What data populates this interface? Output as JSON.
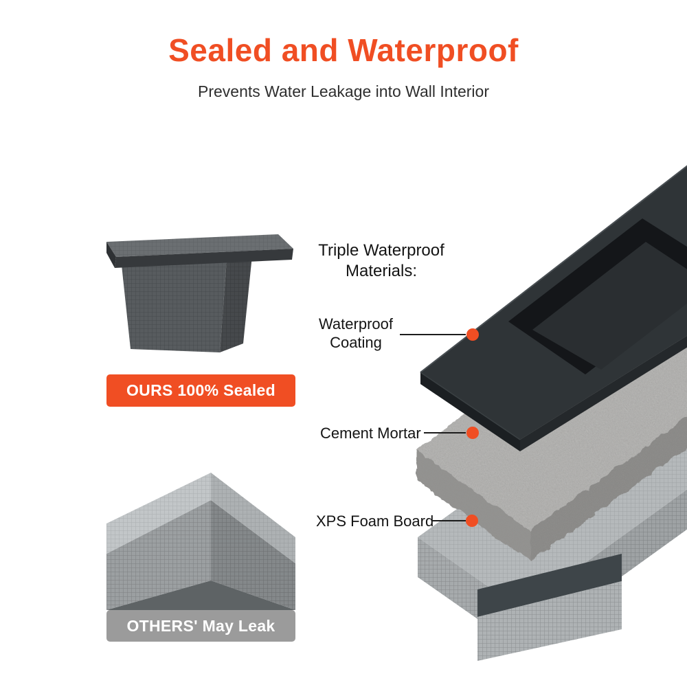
{
  "header": {
    "title": "Sealed and Waterproof",
    "subtitle": "Prevents Water Leakage into Wall Interior"
  },
  "comparison": {
    "ours_label": "OURS 100% Sealed",
    "others_label": "OTHERS' May Leak"
  },
  "materials": {
    "heading_line1": "Triple Waterproof",
    "heading_line2": "Materials:",
    "items": [
      {
        "label": "Waterproof Coating"
      },
      {
        "label": "Cement Mortar"
      },
      {
        "label": "XPS Foam Board"
      }
    ]
  },
  "colors": {
    "accent_orange": "#F04E23",
    "banner_gray": "#9B9B9B",
    "coating_layer_dark": "#2F3437",
    "cement_gray": "#A8A7A5",
    "foam_gray": "#B5B9BB",
    "text_dark": "#141414"
  }
}
